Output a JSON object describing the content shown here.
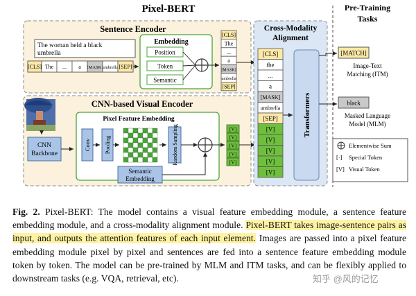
{
  "title": "Pixel-BERT",
  "pretraining_title": "Pre-Training\nTasks",
  "sentence_encoder": {
    "title": "Sentence Encoder",
    "sentence": [
      "The woman held a black",
      "umbrella"
    ],
    "tokens": [
      "[CLS]",
      "The",
      "...",
      "a",
      "[MASK]",
      "umbrella",
      "[SEP]"
    ],
    "embedding_title": "Embedding",
    "embedding_items": [
      "Position",
      "Token",
      "Semantic"
    ],
    "output_tokens": [
      "[CLS]",
      "The",
      "...",
      "a",
      "[MASK]",
      "umbrella",
      "[SEP]"
    ]
  },
  "visual_encoder": {
    "title": "CNN-based Visual Encoder",
    "backbone": [
      "CNN",
      "Backbone"
    ],
    "pixel_title": "Pixel Feature Embedding",
    "conv": "Conv",
    "pooling": "Pooling",
    "random_sampling": "Random Sampling",
    "semantic_embedding": [
      "Semantic",
      "Embedding"
    ],
    "output_tokens": [
      "[V]",
      "[V]",
      "[V]",
      "[V]",
      "[V]"
    ]
  },
  "alignment": {
    "title": [
      "Cross-Modality",
      "Alignment"
    ],
    "tokens": [
      "[CLS]",
      "the",
      "...",
      "a",
      "[MASK]",
      "umbrella",
      "[SEP]",
      "[V]",
      "[V]",
      "[V]",
      "[V]",
      "[V]"
    ],
    "transformers": "Transformers"
  },
  "tasks": [
    {
      "token": "[MATCH]",
      "label": [
        "Image-Text",
        "Matching (ITM)"
      ]
    },
    {
      "token": "black",
      "label": [
        "Masked Language",
        "Model (MLM)"
      ]
    }
  ],
  "legend": [
    {
      "symbol": "⊕",
      "label": "Elementwise Sum"
    },
    {
      "symbol": "[·]",
      "label": "Special Token"
    },
    {
      "symbol": "[V]",
      "label": "Visual Token"
    }
  ],
  "caption": {
    "fig": "Fig. 2.",
    "part1": " Pixel-BERT: The model contains a visual feature embedding module, a sentence feature embedding module, and a cross-modality alignment module. ",
    "highlight": "Pixel-BERT takes image-sentence pairs as input, and outputs the attention features of each input element.",
    "part2": " Images are passed into a pixel feature embedding module pixel by pixel and sentences are fed into a sentence feature embedding module token by token. The model can be pre-trained by MLM and ITM tasks, and can be flexibly applied to downstream tasks (e.g. VQA, retrieval, etc)."
  },
  "watermark": "知乎 @风的记忆",
  "colors": {
    "encoder_bg": "#fbf1dc",
    "alignment_bg": "#dbe7f4",
    "token_yellow": "#fce9a8",
    "token_gray": "#c9c9c9",
    "token_green": "#6fbf3f",
    "transformer_blue": "#c9daf0",
    "embed_green": "#4aa33a"
  }
}
